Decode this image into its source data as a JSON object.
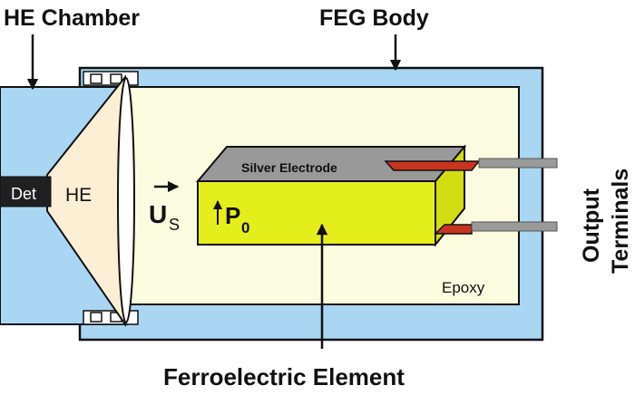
{
  "labels": {
    "he_chamber": "HE Chamber",
    "feg_body": "FEG Body",
    "det": "Det",
    "he": "HE",
    "us_main": "U",
    "us_sub": "S",
    "p0_main": "P",
    "p0_sub": "0",
    "silver_electrode": "Silver Electrode",
    "epoxy": "Epoxy",
    "output": "Output",
    "terminals": "Terminals",
    "ferroelectric_element": "Ferroelectric Element"
  },
  "colors": {
    "feg_body_fill": "#a9d6f2",
    "epoxy_fill": "#fbfbe0",
    "he_fill": "#fbf0d6",
    "ferro_front": "#e5ee1a",
    "ferro_side": "#d2dc12",
    "electrode_top": "#999999",
    "terminal_tab": "#c8351f",
    "terminal_wire": "#9a9a9a",
    "det_fill": "#202020"
  }
}
